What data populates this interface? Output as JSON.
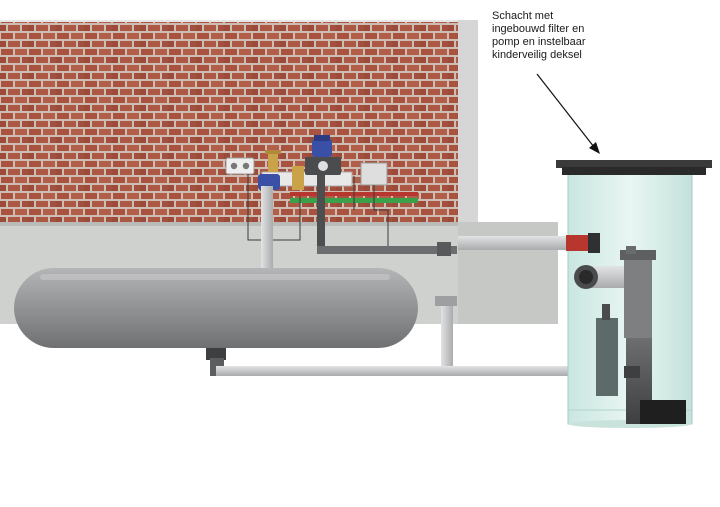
{
  "annotation": {
    "lines": [
      "Schacht met",
      "ingebouwd filter en",
      "pomp en instelbaar",
      "kinderveilig deksel"
    ]
  },
  "colors": {
    "brick": "#a8523f",
    "mortar": "#cdbdb2",
    "concrete": "#cfd1cf",
    "tank": "#8e8f91",
    "pipe": "#c6c8c9",
    "shaft_glass": "#dcefeb",
    "shaft_lid": "#3a3a3a",
    "pump_blue": "#3a4fa6",
    "pipe_red": "#b7372f",
    "pipe_green": "#3aa04a"
  },
  "icons": [
    "arrow-icon",
    "pump-icon",
    "filter-icon",
    "wall-socket-icon"
  ]
}
